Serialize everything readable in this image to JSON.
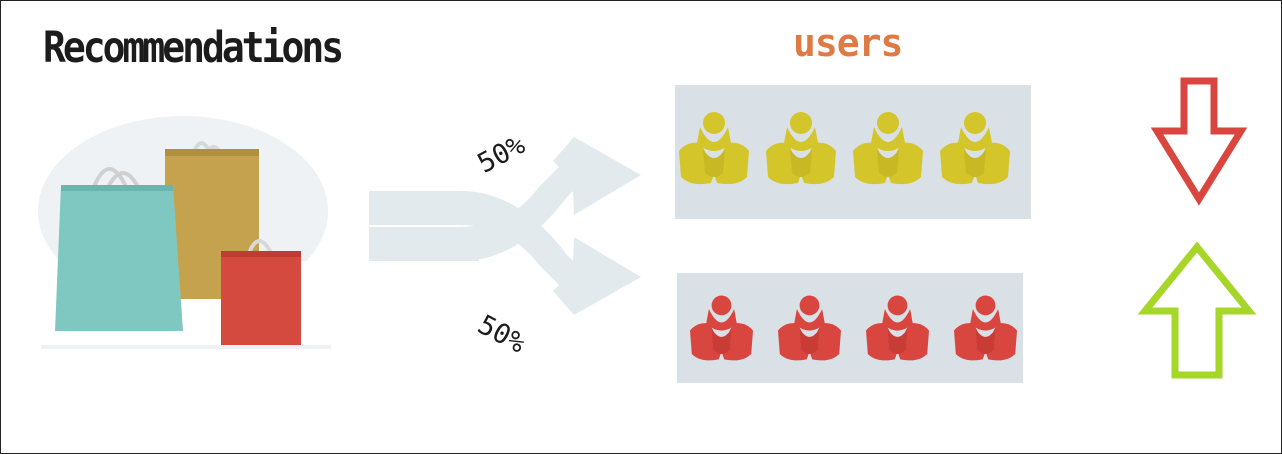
{
  "title": "Recommendations",
  "users_label": "users",
  "split": {
    "top_percent": "50%",
    "bottom_percent": "50%"
  },
  "groups": {
    "top": {
      "count": 4,
      "color": "#d4c52b",
      "trend_icon": "arrow-down-icon",
      "trend_color": "#d9463f"
    },
    "bottom": {
      "count": 4,
      "color": "#d9463f",
      "trend_icon": "arrow-up-icon",
      "trend_color": "#a5d628"
    }
  },
  "colors": {
    "title": "#1c1c1c",
    "users_label": "#e07a45",
    "bag_teal": "#7fc8c2",
    "bag_gold": "#c4a24e",
    "bag_red": "#d54a3f",
    "arrow_fork": "#e3eaee",
    "panel": "#d9e1e6"
  }
}
